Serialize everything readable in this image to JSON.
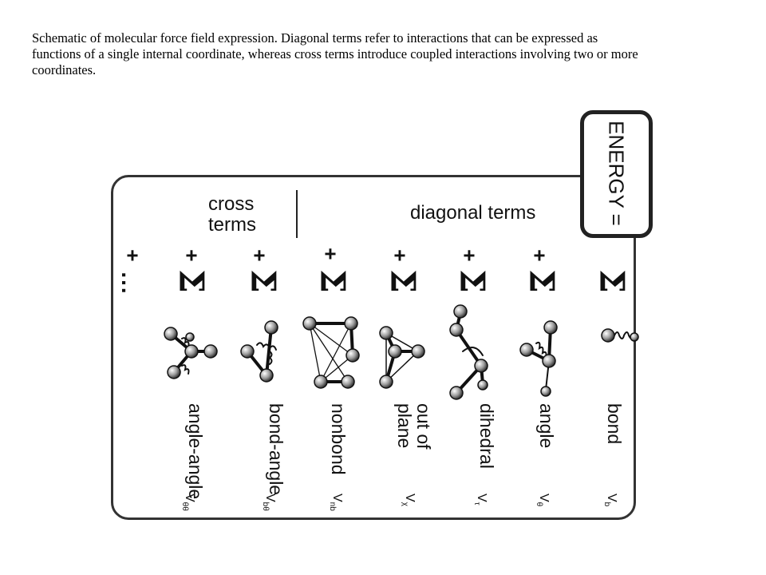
{
  "caption": [
    "Schematic of molecular force field expression.  Diagonal terms refer to interactions that can be expressed as",
    "functions of a single internal coordinate, whereas cross terms introduce coupled interactions involving  two or more",
    "coordinates."
  ],
  "energy_label": "ENERGY =",
  "header": {
    "cross_line1": "cross",
    "cross_line2": "terms",
    "diagonal": "diagonal terms"
  },
  "plus": "+",
  "ellipsis": "...",
  "sigma": "Σ",
  "terms": [
    {
      "id": "bond",
      "label": "bond",
      "symbol": "V",
      "sub": "b"
    },
    {
      "id": "angle",
      "label": "angle",
      "symbol": "V",
      "sub": "θ"
    },
    {
      "id": "dihedral",
      "label": "dihedral",
      "symbol": "V",
      "sub": "τ"
    },
    {
      "id": "out-of-plane",
      "label": "out of",
      "label2": "plane",
      "symbol": "V",
      "sub": "χ"
    },
    {
      "id": "nonbond",
      "label": "nonbond",
      "symbol": "V",
      "sub": "nb"
    },
    {
      "id": "bond-angle",
      "label": "bond-angle",
      "symbol": "V",
      "sub": "bθ"
    },
    {
      "id": "angle-angle",
      "label": "angle-angle",
      "symbol": "V",
      "sub": "θθ"
    }
  ]
}
